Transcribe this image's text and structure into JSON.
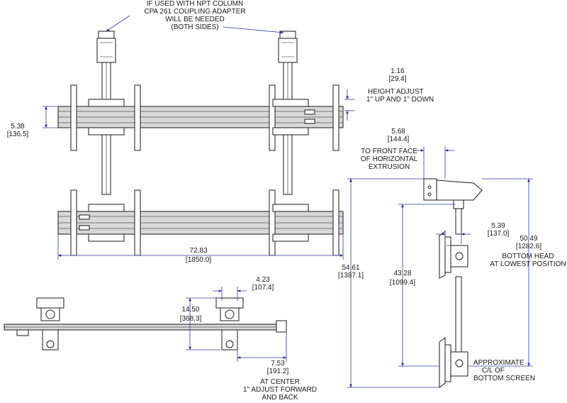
{
  "notes": {
    "coupling_l1": "IF USED WITH NPT COLUMN",
    "coupling_l2": "CPA 261 COUPLING ADAPTER",
    "coupling_l3": "WILL BE NEEDED",
    "coupling_l4": "(BOTH SIDES)",
    "height_adjust_l1": "HEIGHT ADJUST",
    "height_adjust_l2": "1\" UP AND 1\" DOWN",
    "front_face_l1": "TO FRONT FACE",
    "front_face_l2": "OF HORIZONTAL",
    "front_face_l3": "EXTRUSION",
    "bottom_head_l1": "BOTTOM HEAD",
    "bottom_head_l2": "AT LOWEST POSITION",
    "approx_l1": "APPROXIMATE",
    "approx_l2": "C/L OF",
    "approx_l3": "BOTTOM SCREEN",
    "center_l1": "AT CENTER",
    "center_l2": "1\" ADJUST FORWARD",
    "center_l3": "AND BACK"
  },
  "dimensions": {
    "adjust_in": "1.16",
    "adjust_mm": "[29.4]",
    "left_in": "5.38",
    "left_mm": "[136.5]",
    "width_in": "72.83",
    "width_mm": "[1850.0]",
    "front_in": "5.68",
    "front_mm": "[144.4]",
    "side_in": "5.39",
    "side_mm": "[137.0]",
    "head_in": "50.49",
    "head_mm": "[1282.6]",
    "overall_in": "54.61",
    "overall_mm": "[1387.1]",
    "screen_in": "43.28",
    "screen_mm": "[1099.4]",
    "top_w_in": "4.23",
    "top_w_mm": "[107.4]",
    "top_d_in": "14.50",
    "top_d_mm": "[368.3]",
    "center_in": "7.53",
    "center_mm": "[191.2]"
  }
}
